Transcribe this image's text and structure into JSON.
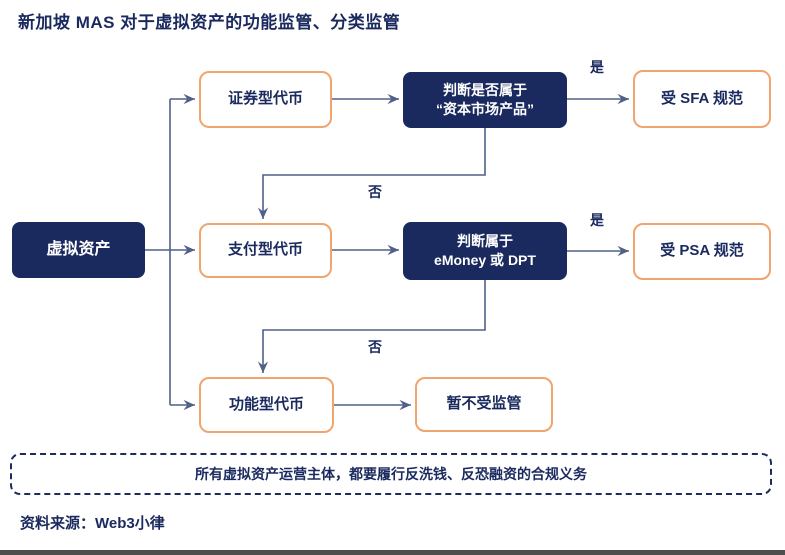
{
  "title": "新加坡 MAS 对于虚拟资产的功能监管、分类监管",
  "flowchart": {
    "root": {
      "label": "虚拟资产"
    },
    "token_types": [
      {
        "label": "证券型代币"
      },
      {
        "label": "支付型代币"
      },
      {
        "label": "功能型代币"
      }
    ],
    "decisions": [
      {
        "line1": "判断是否属于",
        "line2": "“资本市场产品”"
      },
      {
        "line1": "判断属于",
        "line2": "eMoney 或 DPT"
      }
    ],
    "outcomes": [
      {
        "label": "受 SFA 规范"
      },
      {
        "label": "受 PSA 规范"
      },
      {
        "label": "暂不受监管"
      }
    ],
    "edge_labels": {
      "yes": "是",
      "no": "否"
    }
  },
  "compliance_note": "所有虚拟资产运营主体，都要履行反洗钱、反恐融资的合规义务",
  "source": "资料来源：Web3小律",
  "colors": {
    "navy": "#1b2a5e",
    "orange_border": "#f0a46e",
    "connector": "#4f6089",
    "bottom_bar": "#4e4e4e"
  }
}
